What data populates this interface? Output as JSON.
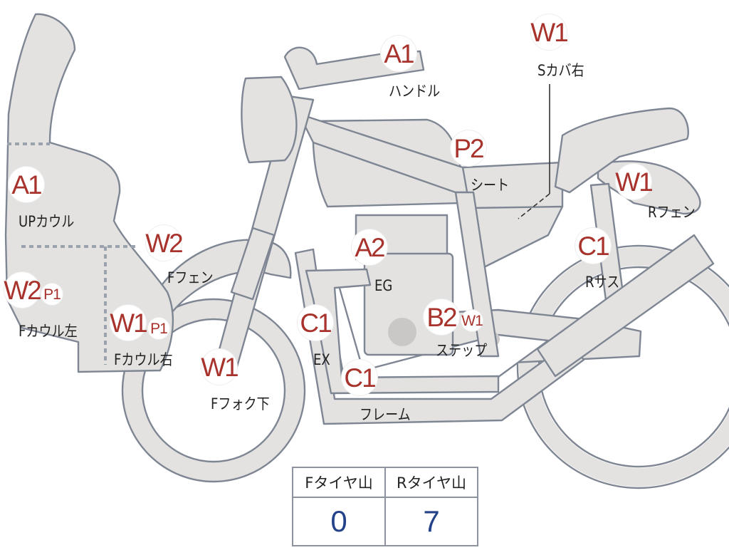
{
  "parts": [
    {
      "id": "handle",
      "code": "A1",
      "label": "ハンドル"
    },
    {
      "id": "s-cover-right",
      "code": "W1",
      "label": "Sカバ右"
    },
    {
      "id": "upper-cowl",
      "code": "A1",
      "label": "UPカウル"
    },
    {
      "id": "seat",
      "code": "P2",
      "label": "シート"
    },
    {
      "id": "rear-fender",
      "code": "W1",
      "label": "Rフェン"
    },
    {
      "id": "front-fender",
      "code": "W2",
      "label": "Fフェン"
    },
    {
      "id": "engine",
      "code": "A2",
      "label": "EG"
    },
    {
      "id": "rear-suspension",
      "code": "C1",
      "label": "Rサス"
    },
    {
      "id": "front-cowl-left",
      "code": "W2",
      "extra_code": "P1",
      "label": "Fカウル左"
    },
    {
      "id": "front-cowl-right",
      "code": "W1",
      "extra_code": "P1",
      "label": "Fカウル右"
    },
    {
      "id": "exhaust",
      "code": "C1",
      "label": "EX"
    },
    {
      "id": "step",
      "code": "B2",
      "extra_code": "W1",
      "label": "ステップ"
    },
    {
      "id": "front-fork-lower",
      "code": "W1",
      "label": "Fフォク下"
    },
    {
      "id": "frame",
      "code": "C1",
      "label": "フレーム"
    }
  ],
  "tire_tread": {
    "front_label": "Fタイヤ山",
    "rear_label": "Rタイヤ山",
    "front_value": "0",
    "rear_value": "7"
  },
  "colors": {
    "silhouette_fill": "#e3e2e0",
    "outline": "#7f8693",
    "badge_text": "#a8332d",
    "tire_value": "#23428a"
  }
}
